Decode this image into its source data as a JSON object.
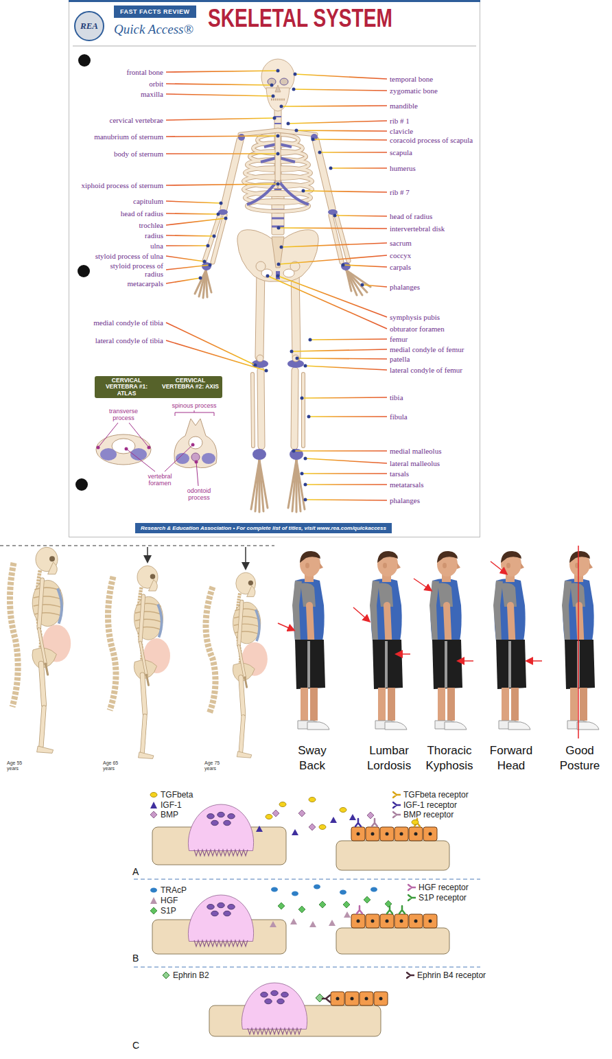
{
  "diagram": {
    "title": "SKELETAL SYSTEM",
    "nodes": [
      {
        "text": [
          "REA"
        ]
      },
      {
        "text": [
          "FAST FACTS REVIEW"
        ]
      },
      {
        "text": [
          "CERVICAL VERTEBRA #1: ATLAS",
          "CERVICAL VERTEBRA #2: AXIS"
        ]
      },
      {
        "text": [
          "Research & Education Association • For complete list of titles, visit www.rea.com/quickaccess"
        ]
      }
    ],
    "labels": [
      "Quick Access®",
      "frontal bone",
      "orbit",
      "maxilla",
      "cervical vertebrae",
      "manubrium of sternum",
      "body of sternum",
      "xiphoid process of sternum",
      "capitulum",
      "head of radius",
      "trochlea",
      "radius",
      "ulna",
      "styloid process of ulna",
      "styloid process of radius",
      "metacarpals",
      "medial condyle of tibia",
      "lateral condyle of tibia",
      "temporal bone",
      "zygomatic bone",
      "mandible",
      "rib # 1",
      "clavicle",
      "coracoid process of scapula",
      "scapula",
      "humerus",
      "rib # 7",
      "head of radius",
      "intervertebral disk",
      "sacrum",
      "coccyx",
      "carpals",
      "phalanges",
      "symphysis pubis",
      "obturator foramen",
      "femur",
      "medial condyle of femur",
      "patella",
      "lateral condyle of femur",
      "tibia",
      "fibula",
      "medial malleolus",
      "lateral malleolus",
      "tarsals",
      "metatarsals",
      "phalanges",
      "transverse process",
      "spinous process",
      "vertebral foramen",
      "odontoid process",
      "Age 55 years",
      "Age 65 years",
      "Age 75 years",
      "Sway Back",
      "Lumbar Lordosis",
      "Thoracic Kyphosis",
      "Forward Head",
      "Good Posture",
      "A",
      "B",
      "C"
    ],
    "legend": [
      {
        "text": "TGFbeta"
      },
      {
        "text": "IGF-1"
      },
      {
        "text": "BMP"
      },
      {
        "text": "TGFbeta receptor"
      },
      {
        "text": "IGF-1 receptor"
      },
      {
        "text": "BMP receptor"
      },
      {
        "text": "TRAcP"
      },
      {
        "text": "HGF"
      },
      {
        "text": "S1P"
      },
      {
        "text": "HGF receptor"
      },
      {
        "text": "S1P receptor"
      },
      {
        "text": "Ephrin B2"
      },
      {
        "text": "Ephrin B4 receptor"
      }
    ]
  }
}
